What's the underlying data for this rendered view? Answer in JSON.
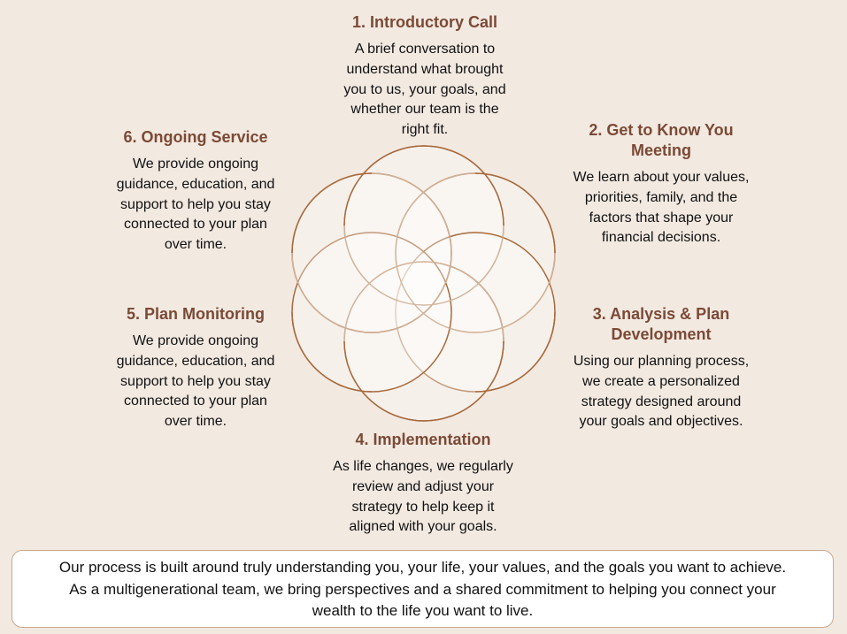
{
  "steps": {
    "step1": {
      "title": "1. Introductory Call",
      "lines": [
        "A brief conversation to",
        "understand what brought",
        "you to us, your goals, and",
        "whether our team is the",
        "right fit."
      ]
    },
    "step2": {
      "title_lines": [
        "2. Get to Know You",
        "Meeting"
      ],
      "lines": [
        "We learn about your values,",
        "priorities, family, and the",
        "factors that shape your",
        "financial decisions."
      ]
    },
    "step3": {
      "title_lines": [
        "3. Analysis & Plan",
        "Development"
      ],
      "lines": [
        "Using our planning process,",
        "we create a personalized",
        "strategy designed around",
        "your goals and objectives."
      ]
    },
    "step4": {
      "title": "4. Implementation",
      "lines": [
        "As life changes, we regularly",
        "review and adjust your",
        "strategy to help keep it",
        "aligned with your goals."
      ]
    },
    "step5": {
      "title": "5. Plan Monitoring",
      "lines": [
        "We provide ongoing",
        "guidance, education, and",
        "support to help you stay",
        "connected to your plan",
        "over time."
      ]
    },
    "step6": {
      "title": "6. Ongoing Service",
      "lines": [
        "We provide ongoing",
        "guidance, education, and",
        "support to help you stay",
        "connected to your plan",
        "over time."
      ]
    }
  },
  "summary": {
    "lines": [
      "Our process is built around truly understanding you, your life, your values, and the goals you want to achieve.",
      "As a multigenerational team, we bring perspectives and a shared commitment to helping you connect your",
      "wealth to the life you want to live."
    ]
  },
  "colors": {
    "background": "#f2e9e1",
    "title": "#7b4a35",
    "circle_dark": "#a86a3c",
    "circle_light": "#d2b49a",
    "circle_fill": "#ffffff"
  }
}
